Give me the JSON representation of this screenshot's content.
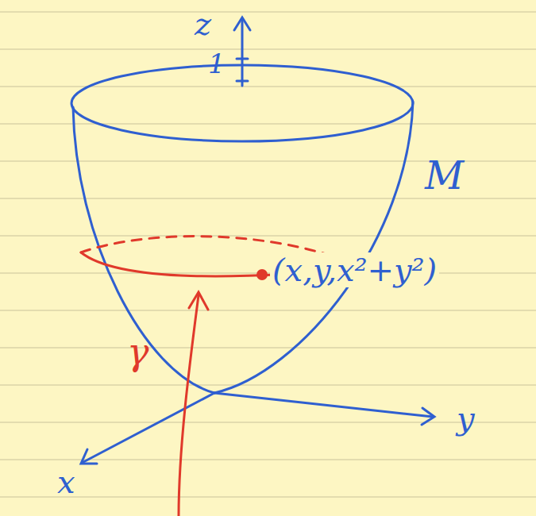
{
  "diagram": {
    "labels": [
      "z",
      "1",
      "M",
      "(x,y,x²+y²)",
      "γ",
      "x",
      "y"
    ]
  }
}
